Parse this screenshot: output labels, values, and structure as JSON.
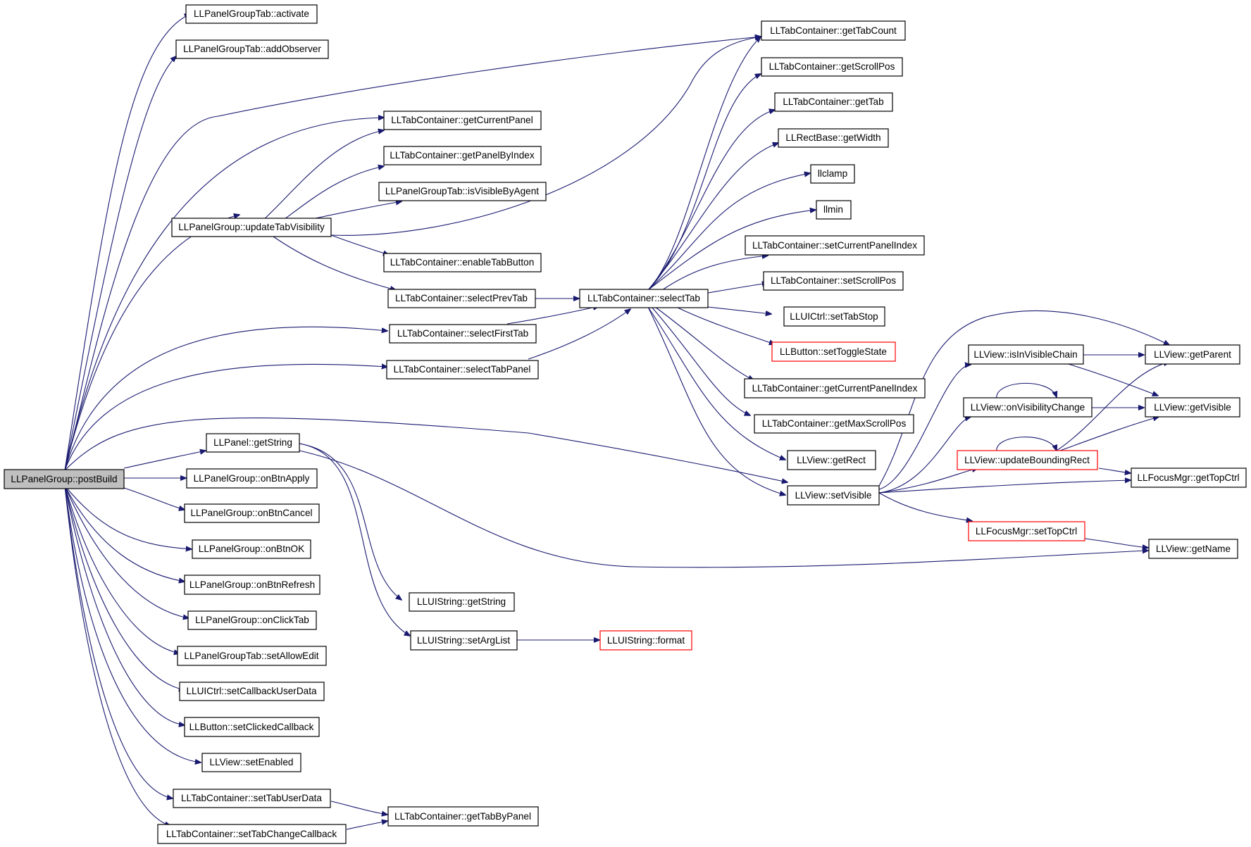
{
  "colors": {
    "edge": "#191970",
    "root_fill": "#bfbfbf",
    "warning_border": "#ff0000"
  },
  "nodes": {
    "root": "LLPanelGroup::postBuild",
    "activate": "LLPanelGroupTab::activate",
    "addObserver": "LLPanelGroupTab::addObserver",
    "updateTabVisibility": "LLPanelGroup::updateTabVisibility",
    "getCurrentPanel": "LLTabContainer::getCurrentPanel",
    "getPanelByIndex": "LLTabContainer::getPanelByIndex",
    "isVisibleByAgent": "LLPanelGroupTab::isVisibleByAgent",
    "enableTabButton": "LLTabContainer::enableTabButton",
    "selectPrevTab": "LLTabContainer::selectPrevTab",
    "selectFirstTab": "LLTabContainer::selectFirstTab",
    "selectTabPanel": "LLTabContainer::selectTabPanel",
    "selectTab": "LLTabContainer::selectTab",
    "getTabCount": "LLTabContainer::getTabCount",
    "getScrollPos": "LLTabContainer::getScrollPos",
    "getTab": "LLTabContainer::getTab",
    "getWidth": "LLRectBase::getWidth",
    "llclamp": "llclamp",
    "llmin": "llmin",
    "setCurrentPanelIndex": "LLTabContainer::setCurrentPanelIndex",
    "setScrollPos": "LLTabContainer::setScrollPos",
    "setTabStop": "LLUICtrl::setTabStop",
    "setToggleState": "LLButton::setToggleState",
    "getCurrentPanelIndex": "LLTabContainer::getCurrentPanelIndex",
    "getMaxScrollPos": "LLTabContainer::getMaxScrollPos",
    "getRect": "LLView::getRect",
    "setVisible": "LLView::setVisible",
    "isInVisibleChain": "LLView::isInVisibleChain",
    "onVisibilityChange": "LLView::onVisibilityChange",
    "updateBoundingRect": "LLView::updateBoundingRect",
    "setTopCtrl": "LLFocusMgr::setTopCtrl",
    "getParent": "LLView::getParent",
    "getVisible": "LLView::getVisible",
    "getTopCtrl": "LLFocusMgr::getTopCtrl",
    "getName": "LLView::getName",
    "getString": "LLPanel::getString",
    "onBtnApply": "LLPanelGroup::onBtnApply",
    "onBtnCancel": "LLPanelGroup::onBtnCancel",
    "onBtnOK": "LLPanelGroup::onBtnOK",
    "onBtnRefresh": "LLPanelGroup::onBtnRefresh",
    "onClickTab": "LLPanelGroup::onClickTab",
    "setAllowEdit": "LLPanelGroupTab::setAllowEdit",
    "setCallbackUserData": "LLUICtrl::setCallbackUserData",
    "setClickedCallback": "LLButton::setClickedCallback",
    "setEnabled": "LLView::setEnabled",
    "setTabUserData": "LLTabContainer::setTabUserData",
    "setTabChangeCallback": "LLTabContainer::setTabChangeCallback",
    "getTabByPanel": "LLTabContainer::getTabByPanel",
    "uiGetString": "LLUIString::getString",
    "setArgList": "LLUIString::setArgList",
    "format": "LLUIString::format"
  }
}
